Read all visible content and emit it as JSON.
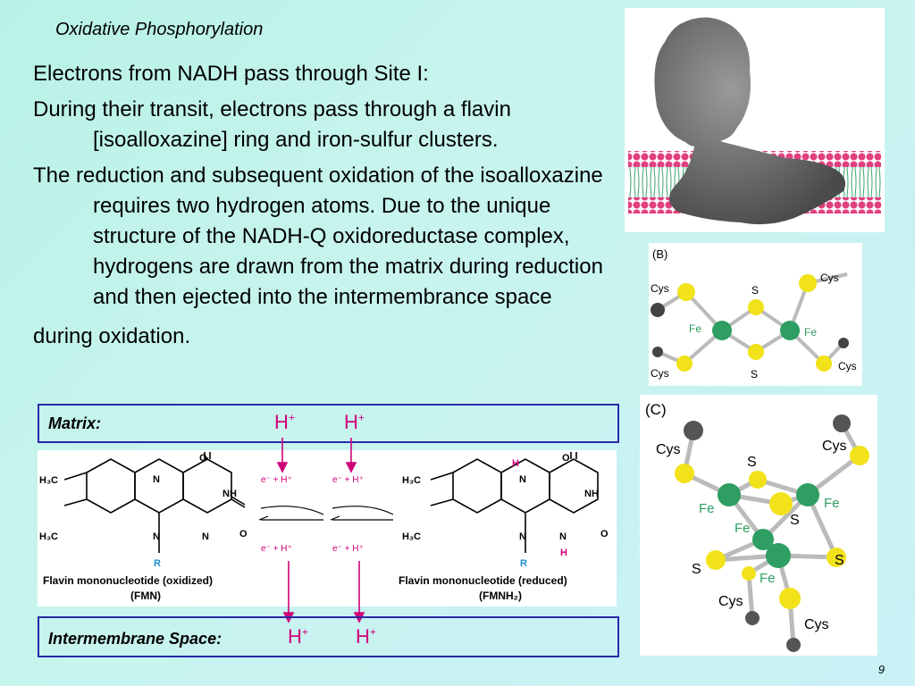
{
  "slide": {
    "title": "Oxidative Phosphorylation",
    "bullet1": "Electrons from NADH pass through Site I:",
    "bullet2": "During their transit, electrons pass through a flavin [isoalloxazine] ring and iron-sulfur clusters.",
    "bullet3_main": "The reduction and subsequent oxidation of the isoalloxazine requires two hydrogen atoms. Due to the unique structure of the NADH-Q oxidoreductase complex, hydrogens are drawn from the matrix during reduction and then ejected into the intermembrance space",
    "bullet3_end": "during oxidation.",
    "page_number": "9"
  },
  "reaction": {
    "matrix_label": "Matrix:",
    "ims_label": "Intermembrane Space:",
    "h_plus": "H",
    "plus_sign": "+",
    "electron_pair": "e⁻ + H⁺",
    "fmn_label_1": "Flavin mononucleotide (oxidized)",
    "fmn_label_2": "(FMN)",
    "fmnh2_label_1": "Flavin mononucleotide (reduced)",
    "fmnh2_label_2": "(FMNH₂)",
    "h3c": "H₃C",
    "atom_n": "N",
    "atom_nh": "NH",
    "atom_o": "O",
    "atom_h": "H",
    "atom_r": "R"
  },
  "cluster_b": {
    "panel_label": "(B)",
    "cys": "Cys",
    "fe": "Fe",
    "s": "S"
  },
  "cluster_c": {
    "panel_label": "(C)",
    "cys": "Cys",
    "fe": "Fe",
    "s": "S"
  },
  "colors": {
    "accent_magenta": "#d0007a",
    "box_border": "#2a2aa8",
    "fe_green": "#2e9e62",
    "s_yellow": "#f2e21a",
    "r_blue": "#1f8fd0"
  }
}
